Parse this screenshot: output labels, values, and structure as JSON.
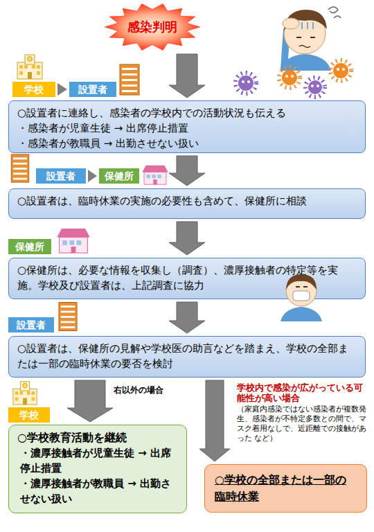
{
  "diagram": {
    "nodes": [
      {
        "text": [
          "感染判明"
        ]
      },
      {
        "text": [
          "学校"
        ]
      },
      {
        "text": [
          "設置者"
        ]
      },
      {
        "text": [
          "○設置者に連絡し、感染者の学校内での活動状況も伝える",
          "・感染者が児童生徒 → 出席停止措置",
          "・感染者が教職員 → 出勤させない扱い"
        ]
      },
      {
        "text": [
          "設置者"
        ]
      },
      {
        "text": [
          "保健所"
        ]
      },
      {
        "text": [
          "○設置者は、臨時休業の実施の必要性も含めて、保健所に相談"
        ]
      },
      {
        "text": [
          "保健所"
        ]
      },
      {
        "text": [
          "○保健所は、必要な情報を収集し（調査）、濃厚接触者の特定等を実施。学校及び設置者は、上記調査に協力"
        ]
      },
      {
        "text": [
          "設置者"
        ]
      },
      {
        "text": [
          "○設置者は、保健所の見解や学校医の助言などを踏まえ、学校の全部または一部の臨時休業の要否を検討"
        ]
      },
      {
        "text": [
          "学校"
        ]
      },
      {
        "text": [
          "○学校教育活動を継続",
          "・濃厚接触者が児童生徒 → 出席停止措置",
          "・濃厚接触者が教職員 → 出勤させない扱い"
        ]
      },
      {
        "text": [
          "○学校の全部または一部の臨時休業"
        ]
      }
    ],
    "edges": [
      {
        "from": 0,
        "to": 3,
        "arrow": "to"
      },
      {
        "from": 1,
        "to": 2,
        "arrow": "to"
      },
      {
        "from": 3,
        "to": 6,
        "arrow": "to"
      },
      {
        "from": 4,
        "to": 5,
        "arrow": "to"
      },
      {
        "from": 6,
        "to": 8,
        "arrow": "to"
      },
      {
        "from": 8,
        "to": 10,
        "arrow": "to"
      },
      {
        "from": 10,
        "to": 12,
        "arrow": "to",
        "label": "右以外の場合"
      },
      {
        "from": 10,
        "to": 13,
        "arrow": "to",
        "label": "学校内で感染が広がっている可能性が高い場合"
      }
    ],
    "labels": [
      "（家庭内感染ではない感染者が複数発生、感染者が不特定多数との間で、マスク着用なしで、近距離での接触があった など）"
    ]
  }
}
